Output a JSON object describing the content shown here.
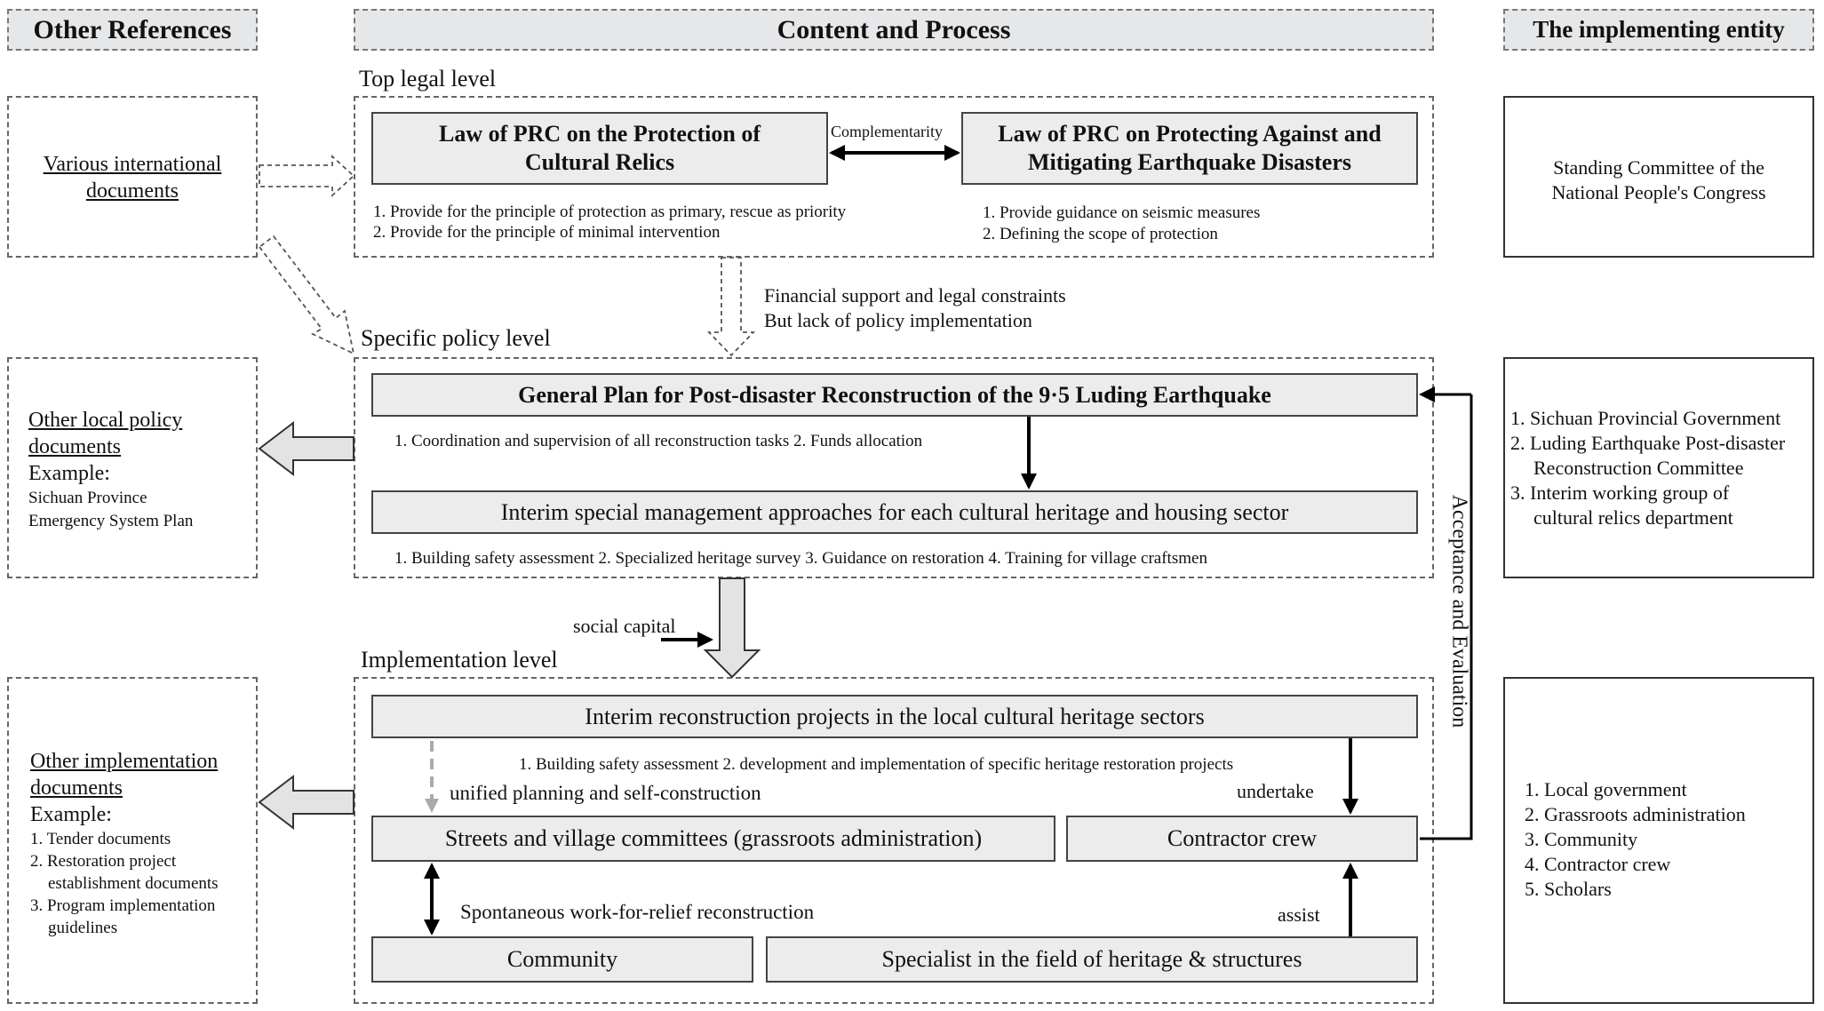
{
  "headers": {
    "other_references": "Other References",
    "content_process": "Content and Process",
    "implementing_entity": "The implementing entity"
  },
  "levels": {
    "top": "Top legal level",
    "specific": "Specific policy level",
    "implementation": "Implementation level"
  },
  "top": {
    "law_relics": "Law of PRC on the Protection of Cultural Relics",
    "law_earthquake": "Law of PRC on Protecting Against and Mitigating Earthquake Disasters",
    "complementarity": "Complementarity",
    "relics_notes": [
      "1.  Provide for the principle of protection as primary, rescue as priority",
      "2.  Provide for the principle of minimal intervention"
    ],
    "earthquake_notes": [
      "1.  Provide guidance on seismic measures",
      "2.  Defining the scope of protection"
    ]
  },
  "flow_notes": {
    "financial_1": "Financial support and legal constraints",
    "financial_2": "But lack of policy implementation",
    "social_capital": "social capital",
    "acceptance": "Acceptance and Evaluation"
  },
  "specific": {
    "general_plan": "General Plan for Post-disaster Reconstruction of the 9·5 Luding Earthquake",
    "general_notes": "1.  Coordination and supervision of all reconstruction tasks 2. Funds allocation",
    "interim": "Interim special management approaches for each cultural heritage and housing sector",
    "interim_notes": "1.  Building safety assessment 2. Specialized heritage survey 3. Guidance on restoration 4. Training for village craftsmen"
  },
  "implementation": {
    "projects": "Interim reconstruction projects in the local cultural heritage sectors",
    "projects_notes": "1.  Building safety assessment 2. development and implementation of specific heritage restoration projects",
    "unified": "unified planning and self-construction",
    "undertake": "undertake",
    "streets": "Streets and village committees (grassroots administration)",
    "contractor": "Contractor crew",
    "spontaneous": "Spontaneous work-for-relief reconstruction",
    "assist": "assist",
    "community": "Community",
    "specialist": "Specialist in the field of heritage & structures"
  },
  "references": {
    "intl": [
      "Various international",
      "documents"
    ],
    "local_title": [
      "Other local policy",
      "documents"
    ],
    "local_example": "Example:",
    "local_items": [
      "Sichuan Province",
      "Emergency System Plan"
    ],
    "impl_title": [
      "Other implementation",
      "documents"
    ],
    "impl_example": "Example:",
    "impl_items": [
      "1.  Tender documents",
      "2.  Restoration project",
      "establishment documents",
      "3.  Program implementation",
      "guidelines"
    ]
  },
  "entities": {
    "top": [
      "Standing Committee of the",
      "National People's Congress"
    ],
    "specific": [
      "1. Sichuan Provincial Government",
      "2. Luding Earthquake Post-disaster",
      "Reconstruction Committee",
      "3. Interim working group of",
      "cultural relics department"
    ],
    "implementation": [
      "1. Local government",
      "2. Grassroots administration",
      "3. Community",
      "4. Contractor crew",
      "5. Scholars"
    ]
  },
  "colors": {
    "header_bg": "#e6e7e9",
    "box_bg": "#ececec",
    "dashed_gray_arrow": "#aaaaaa"
  }
}
